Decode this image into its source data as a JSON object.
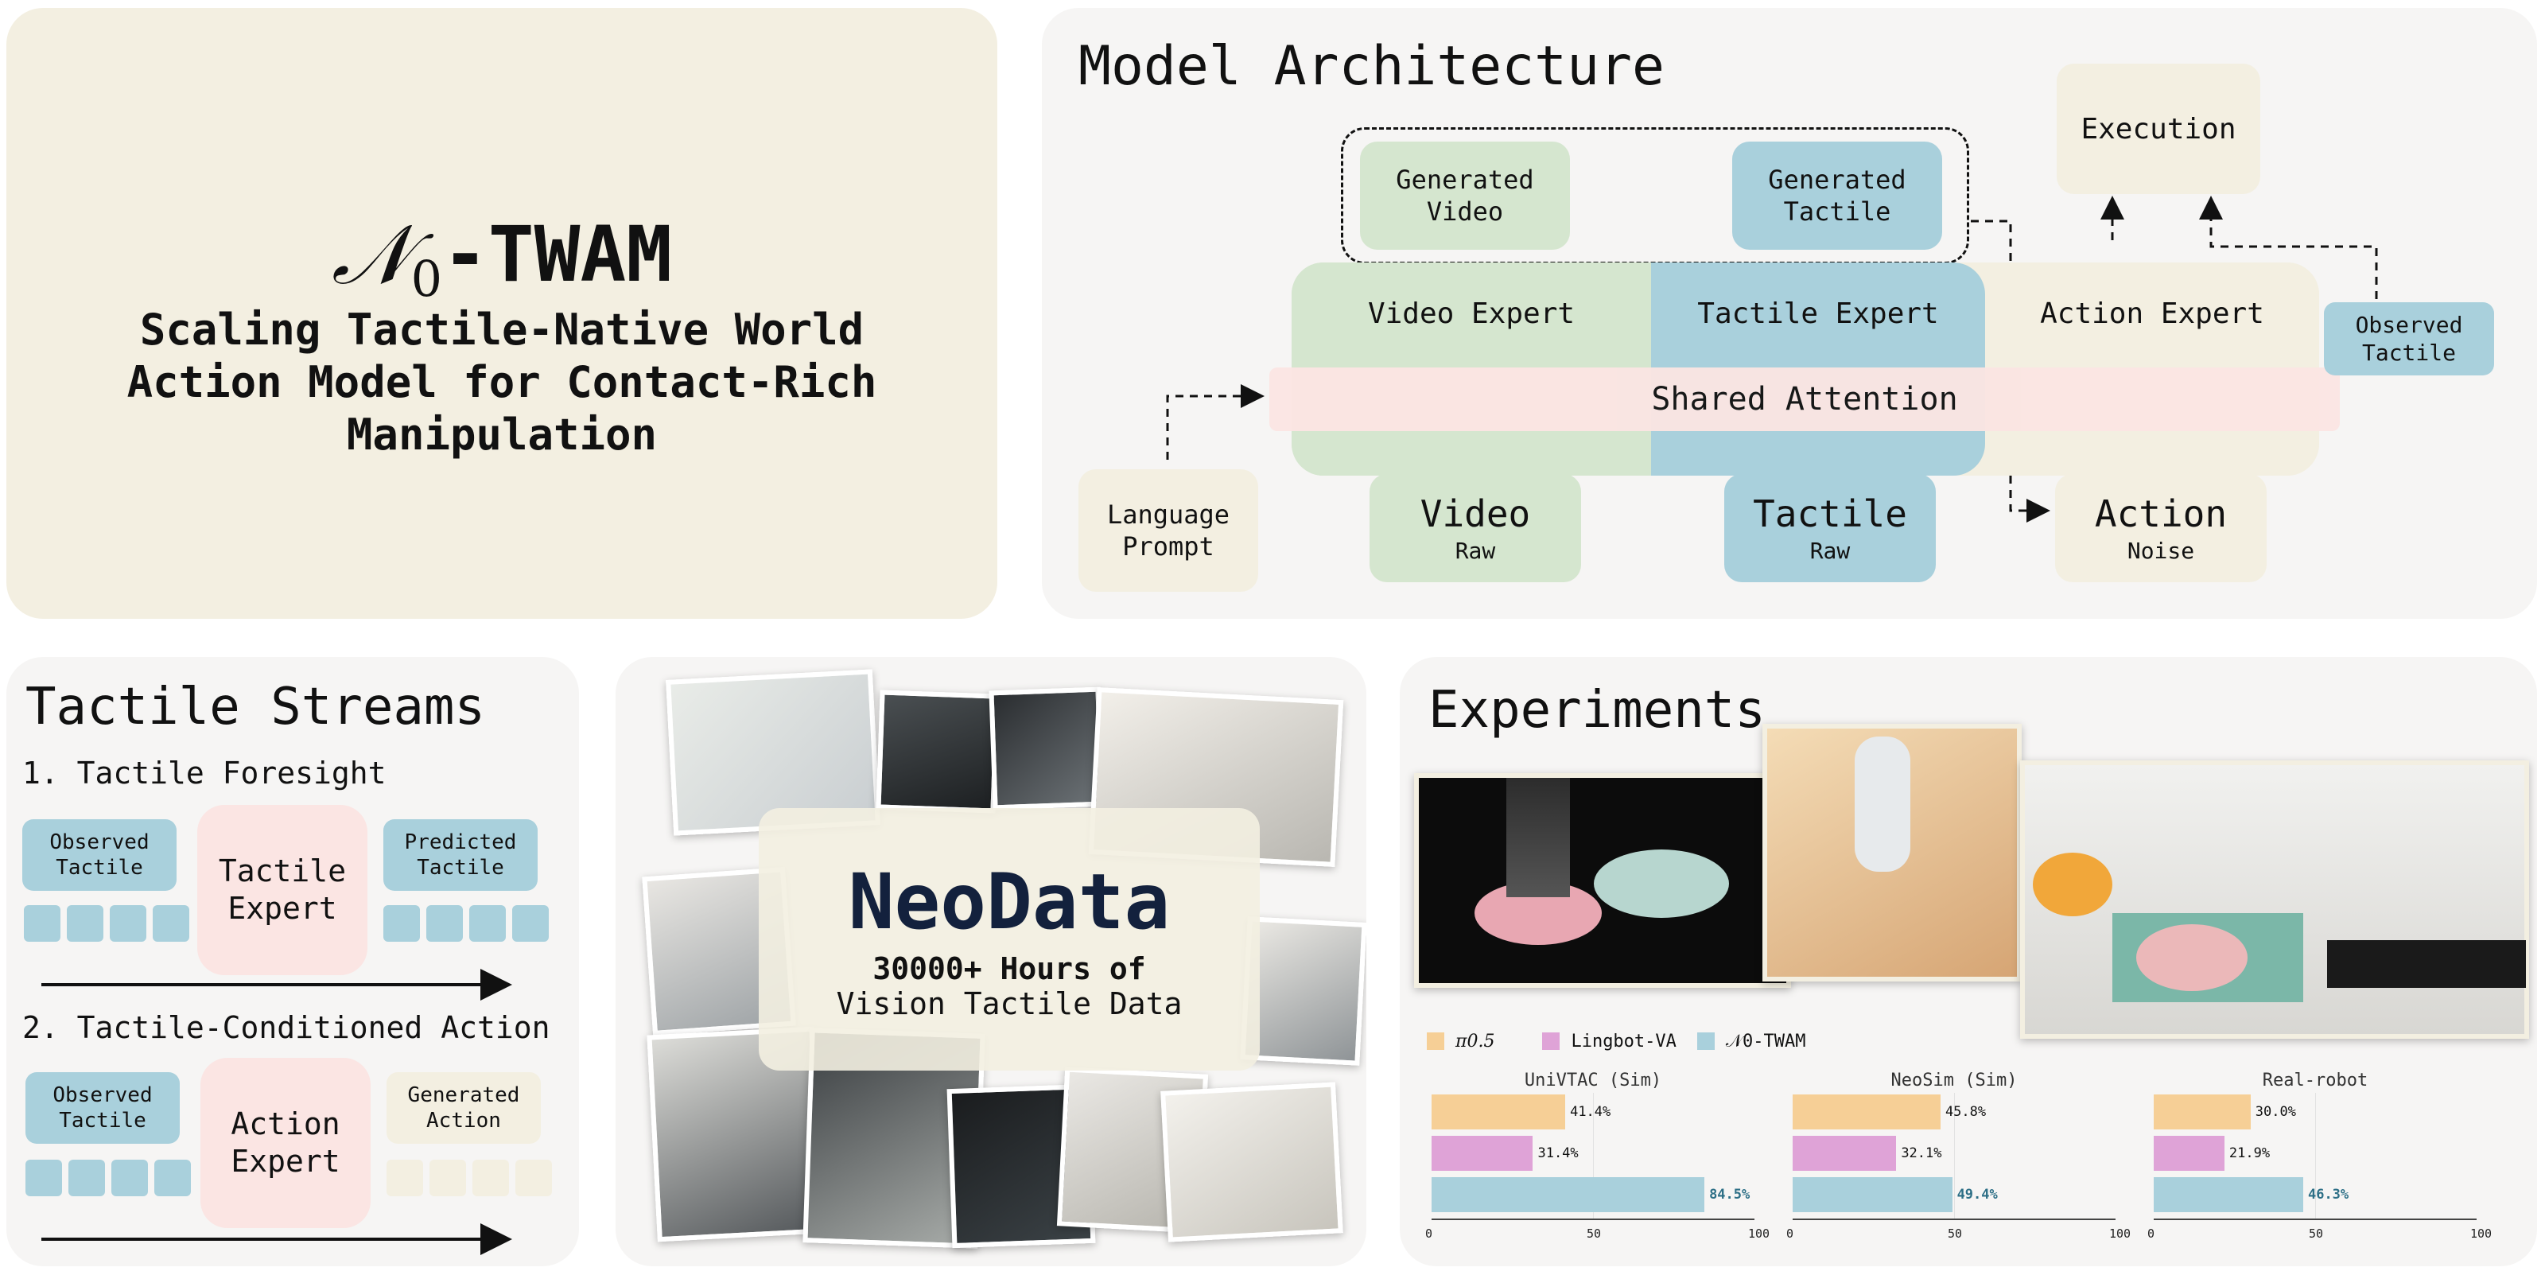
{
  "title_panel": {
    "logo_n": "𝒩",
    "logo_sub": "0",
    "logo_suffix": "-TWAM",
    "subtitle_lines": [
      "Scaling Tactile-Native World",
      "Action Model for Contact-Rich",
      "Manipulation"
    ]
  },
  "architecture": {
    "heading": "Model Architecture",
    "generated_video": [
      "Generated",
      "Video"
    ],
    "generated_tactile": [
      "Generated",
      "Tactile"
    ],
    "execution": "Execution",
    "video_expert": "Video Expert",
    "tactile_expert": "Tactile Expert",
    "action_expert": "Action Expert",
    "observed_tactile": [
      "Observed",
      "Tactile"
    ],
    "shared_attention": "Shared Attention",
    "language_prompt": [
      "Language",
      "Prompt"
    ],
    "video_raw": {
      "main": "Video",
      "sub": "Raw"
    },
    "tactile_raw": {
      "main": "Tactile",
      "sub": "Raw"
    },
    "action_noise": {
      "main": "Action",
      "sub": "Noise"
    }
  },
  "tactile_streams": {
    "heading": "Tactile Streams",
    "item1_title": "1. Tactile Foresight",
    "item1_observed": [
      "Observed",
      "Tactile"
    ],
    "item1_expert": [
      "Tactile",
      "Expert"
    ],
    "item1_predicted": [
      "Predicted",
      "Tactile"
    ],
    "item2_title": "2. Tactile-Conditioned Action",
    "item2_observed": [
      "Observed",
      "Tactile"
    ],
    "item2_expert": [
      "Action",
      "Expert"
    ],
    "item2_generated": [
      "Generated",
      "Action"
    ]
  },
  "neodata": {
    "title": "NeoData",
    "line1": "30000+ Hours of",
    "line2": "Vision Tactile Data"
  },
  "experiments": {
    "heading": "Experiments",
    "legend": [
      {
        "label": "π0.5",
        "color": "#f6cf96"
      },
      {
        "label": "Lingbot-VA",
        "color": "#dfa3d7"
      },
      {
        "label": "𝒩0-TWAM",
        "color": "#a9d0dc"
      }
    ]
  },
  "chart_data": [
    {
      "type": "bar",
      "title": "UniVTAC (Sim)",
      "categories": [
        "π0.5",
        "Lingbot-VA",
        "𝒩0-TWAM"
      ],
      "values": [
        41.4,
        31.4,
        84.5
      ],
      "labels": [
        "41.4%",
        "31.4%",
        "84.5%"
      ],
      "xlim": [
        0,
        100
      ],
      "ticks": [
        "0",
        "50",
        "100"
      ]
    },
    {
      "type": "bar",
      "title": "NeoSim (Sim)",
      "categories": [
        "π0.5",
        "Lingbot-VA",
        "𝒩0-TWAM"
      ],
      "values": [
        45.8,
        32.1,
        49.4
      ],
      "labels": [
        "45.8%",
        "32.1%",
        "49.4%"
      ],
      "xlim": [
        0,
        100
      ],
      "ticks": [
        "0",
        "50",
        "100"
      ]
    },
    {
      "type": "bar",
      "title": "Real-robot",
      "categories": [
        "π0.5",
        "Lingbot-VA",
        "𝒩0-TWAM"
      ],
      "values": [
        30.0,
        21.9,
        46.3
      ],
      "labels": [
        "30.0%",
        "21.9%",
        "46.3%"
      ],
      "xlim": [
        0,
        100
      ],
      "ticks": [
        "0",
        "50",
        "100"
      ]
    }
  ]
}
